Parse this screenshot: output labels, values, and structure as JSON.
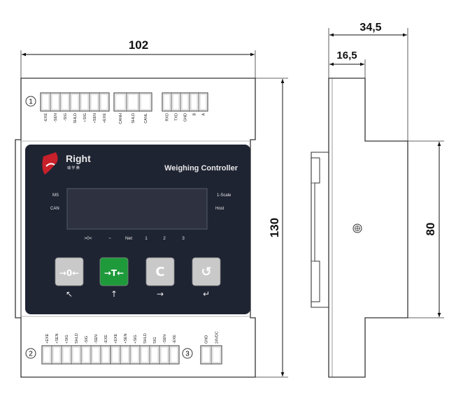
{
  "dimensions": {
    "width": "102",
    "height": "130",
    "depth": "34,5",
    "rail_offset": "16,5",
    "side_height": "80"
  },
  "device": {
    "brand": "Right",
    "brand_cn": "瑞 学 腾",
    "model": "Weighing Controller",
    "left_labels": [
      "MS",
      "CAN"
    ],
    "right_labels": [
      "1-Scale",
      "Host"
    ],
    "status_labels": [
      ">0<",
      "~",
      "Net",
      "1",
      "2",
      "3"
    ],
    "buttons": [
      {
        "label": "→0←",
        "arrow": "↖",
        "color": "#c9c9c9",
        "text_color": "#ffffff"
      },
      {
        "label": "→T←",
        "arrow": "↑",
        "color": "#1f9a3b",
        "text_color": "#ffffff"
      },
      {
        "label": "C",
        "arrow": "→",
        "color": "#c9c9c9",
        "text_color": "#ffffff"
      },
      {
        "label": "↺",
        "arrow": "↵",
        "color": "#c9c9c9",
        "text_color": "#ffffff"
      }
    ]
  },
  "terminals": {
    "top_number": "1",
    "top_group1": [
      "-EXE",
      "-SEN",
      "-SIG",
      "SHLD",
      "+SIG",
      "+SEN",
      "+EXE"
    ],
    "top_group2": [
      "CANH",
      "SHLD",
      "CANL"
    ],
    "top_group3": [
      "RXD",
      "TXD",
      "GND",
      "B",
      "A"
    ],
    "bottom_number_left": "2",
    "bottom_number_right": "3",
    "bottom_group1": [
      "+EXE",
      "+SEN",
      "+SIG",
      "SHLD",
      "-SIG",
      "-SEN",
      "-EXE"
    ],
    "bottom_group2": [
      "+EXE",
      "+SEN",
      "+SIG",
      "SHLD",
      "SIG",
      "-SEN",
      "-EXE"
    ],
    "bottom_group3": [
      "GND",
      "24VDC"
    ]
  },
  "colors": {
    "panel": "#1f2433",
    "outline": "#333333",
    "green": "#1f9a3b",
    "logo_red": "#c8202a"
  }
}
